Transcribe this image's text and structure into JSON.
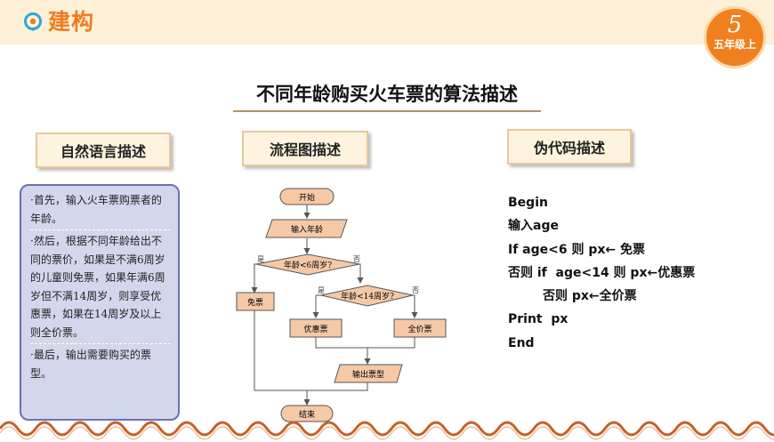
{
  "header": {
    "brand_title": "建构",
    "brand_icon": "location-pin-icon",
    "grade_number": "5",
    "grade_text": "五年级上",
    "accent_color": "#f07c22",
    "bar_color": "#fdf0d6"
  },
  "main_title": "不同年龄购买火车票的算法描述",
  "sections": {
    "natural": "自然语言描述",
    "flowchart": "流程图描述",
    "pseudocode": "伪代码描述"
  },
  "natural_language": [
    "·首先，输入火车票购票者的年龄。",
    "·然后，根据不同年龄给出不同的票价，如果是不满6周岁的儿童则免票，如果年满6周岁但不满14周岁，则享受优惠票，如果在14周岁及以上则全价票。",
    "·最后，输出需要购买的票型。"
  ],
  "flowchart": {
    "start": "开始",
    "input": "输入年龄",
    "cond1": "年龄<6周岁?",
    "cond2": "年龄<14周岁?",
    "yes1": "是",
    "no1": "否",
    "yes2": "是",
    "no2": "否",
    "free": "免票",
    "discount": "优惠票",
    "full": "全价票",
    "output": "输出票型",
    "end": "结束"
  },
  "pseudocode": [
    "Begin",
    "输入age",
    "If age<6 则 px← 免票",
    "否则 if  age<14 则 px←优惠票",
    "        否则 px←全价票",
    "Print  px",
    "End"
  ]
}
